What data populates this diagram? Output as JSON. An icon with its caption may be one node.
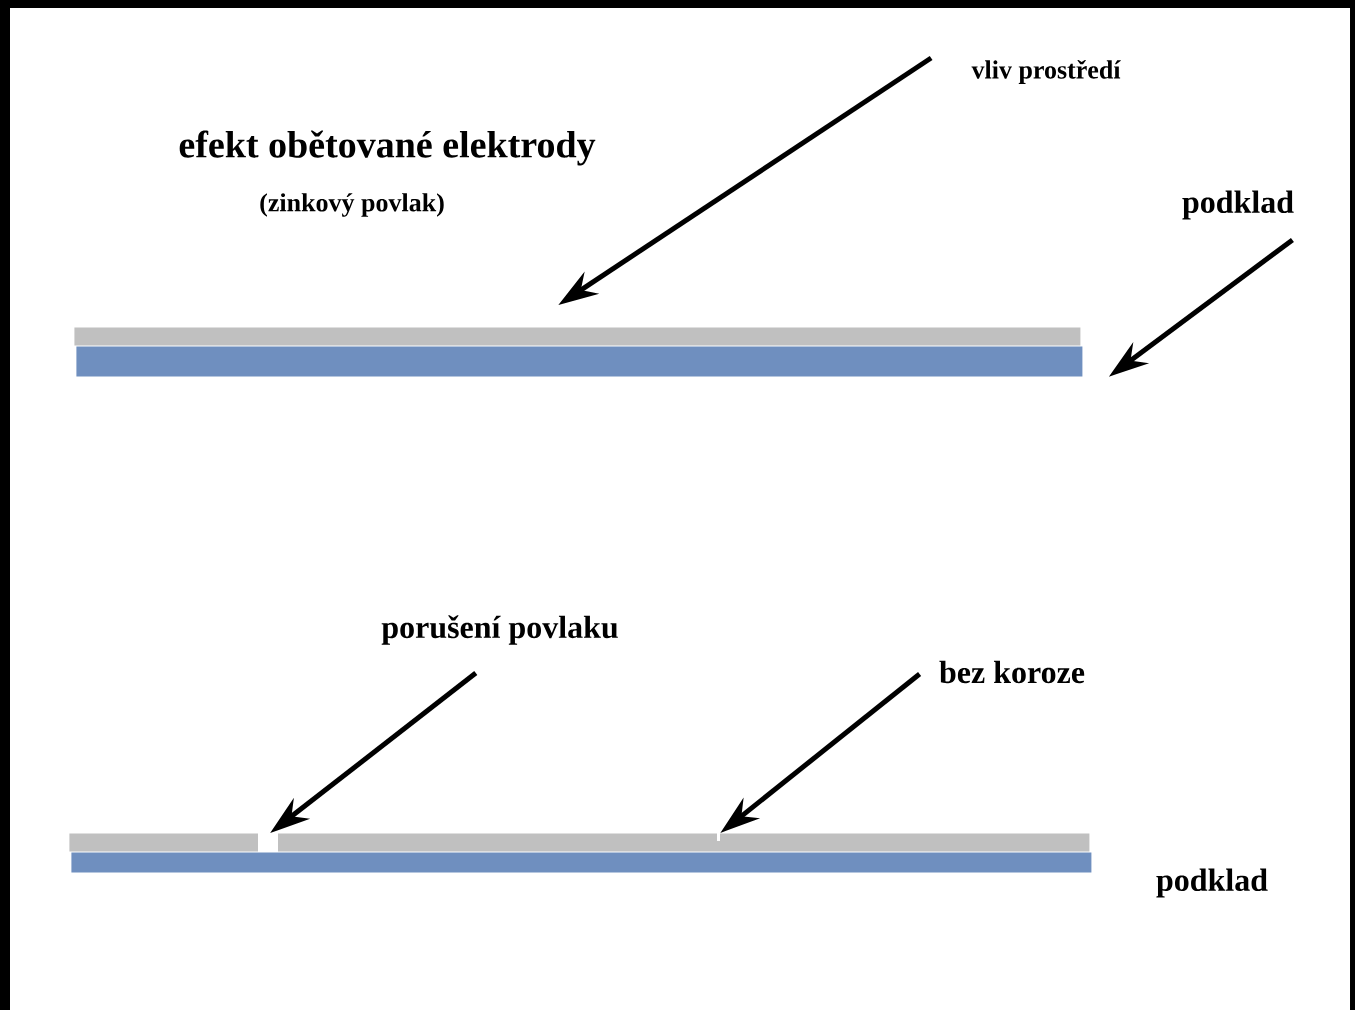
{
  "diagram": {
    "title": "efekt obětované elektrody",
    "nodes": [
      {
        "text": [
          "vliv prostředí"
        ]
      },
      {
        "text": [],
        "shape": "bar"
      },
      {
        "text": [],
        "shape": "bar"
      },
      {
        "text": [
          "podklad"
        ]
      },
      {
        "text": [
          "porušení povlaku"
        ]
      },
      {
        "text": [
          "bez koroze"
        ]
      },
      {
        "text": [],
        "shape": "bar"
      },
      {
        "text": [],
        "shape": "bar"
      }
    ],
    "edges": [
      {
        "from": 0,
        "to": 1,
        "arrow": "to"
      },
      {
        "from": 3,
        "to": 2,
        "arrow": "to"
      },
      {
        "from": 4,
        "to": 6,
        "arrow": "to"
      },
      {
        "from": 5,
        "to": 6,
        "arrow": "to"
      }
    ],
    "labels": [
      "(zinkový povlak)",
      "podklad"
    ]
  }
}
